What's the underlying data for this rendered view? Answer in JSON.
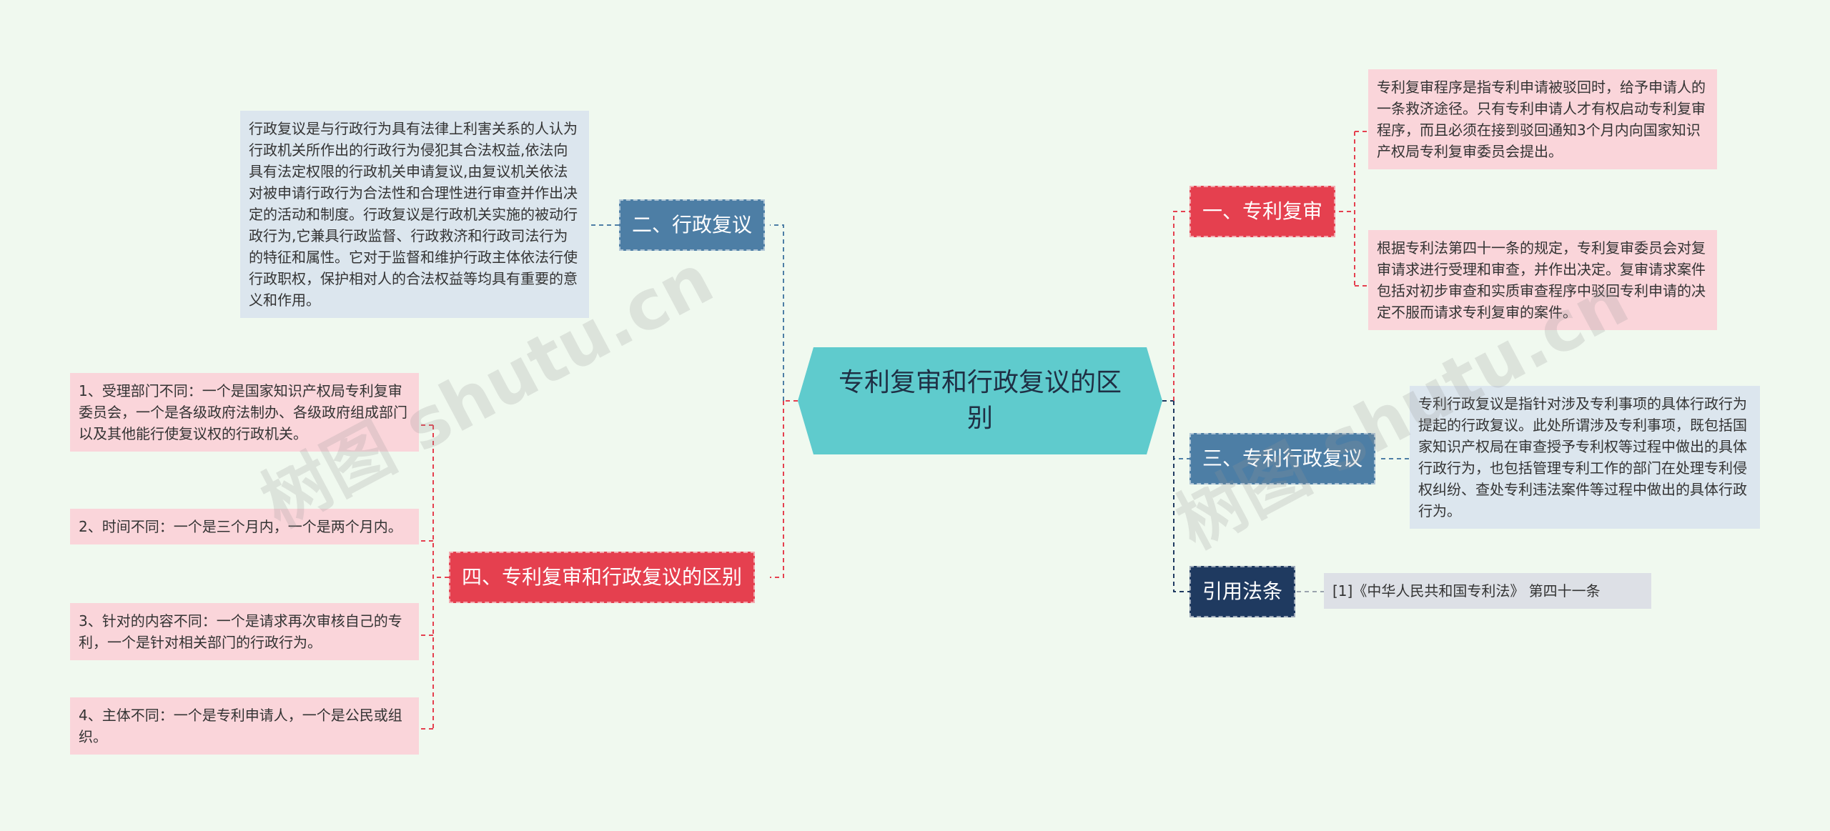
{
  "center": {
    "title": "专利复审和行政复议的区别"
  },
  "branches": {
    "patent_review": {
      "label": "一、专利复审",
      "notes": [
        "专利复审程序是指专利申请被驳回时，给予申请人的一条救济途径。只有专利申请人才有权启动专利复审程序，而且必须在接到驳回通知3个月内向国家知识产权局专利复审委员会提出。",
        "根据专利法第四十一条的规定，专利复审委员会对复审请求进行受理和审查，并作出决定。复审请求案件包括对初步审查和实质审查程序中驳回专利申请的决定不服而请求专利复审的案件。"
      ]
    },
    "admin_review": {
      "label": "二、行政复议",
      "notes": [
        "行政复议是与行政行为具有法律上利害关系的人认为行政机关所作出的行政行为侵犯其合法权益,依法向具有法定权限的行政机关申请复议,由复议机关依法对被申请行政行为合法性和合理性进行审查并作出决定的活动和制度。行政复议是行政机关实施的被动行政行为,它兼具行政监督、行政救济和行政司法行为的特征和属性。它对于监督和维护行政主体依法行使行政职权，保护相对人的合法权益等均具有重要的意义和作用。"
      ]
    },
    "patent_admin_review": {
      "label": "三、专利行政复议",
      "notes": [
        "专利行政复议是指针对涉及专利事项的具体行政行为提起的行政复议。此处所谓涉及专利事项，既包括国家知识产权局在审查授予专利权等过程中做出的具体行政行为，也包括管理专利工作的部门在处理专利侵权纠纷、查处专利违法案件等过程中做出的具体行政行为。"
      ]
    },
    "differences": {
      "label": "四、专利复审和行政复议的区别",
      "notes": [
        "1、受理部门不同：一个是国家知识产权局专利复审委员会，一个是各级政府法制办、各级政府组成部门以及其他能行使复议权的行政机关。",
        "2、时间不同：一个是三个月内，一个是两个月内。",
        "3、针对的内容不同：一个是请求再次审核自己的专利，一个是针对相关部门的行政行为。",
        "4、主体不同：一个是专利申请人，一个是公民或组织。"
      ]
    },
    "citations": {
      "label": "引用法条",
      "notes": [
        "[1]《中华人民共和国专利法》 第四十一条"
      ]
    }
  },
  "watermarks": [
    "树图 shutu.cn",
    "树图 shutu.cn"
  ],
  "colors": {
    "background": "#f0f9ef",
    "hub": "#5fcbcd",
    "branch_red": "#e5404f",
    "branch_blue": "#4d7ea5",
    "branch_navy": "#1f3a60",
    "leaf_blue": "#dce6ee",
    "leaf_pink": "#fad5da",
    "leaf_gray": "#dde0e6",
    "line_red": "#e5404f",
    "line_blue": "#4d7ea5",
    "line_navy": "#1f3a60",
    "line_gray": "#9aa3ad"
  }
}
